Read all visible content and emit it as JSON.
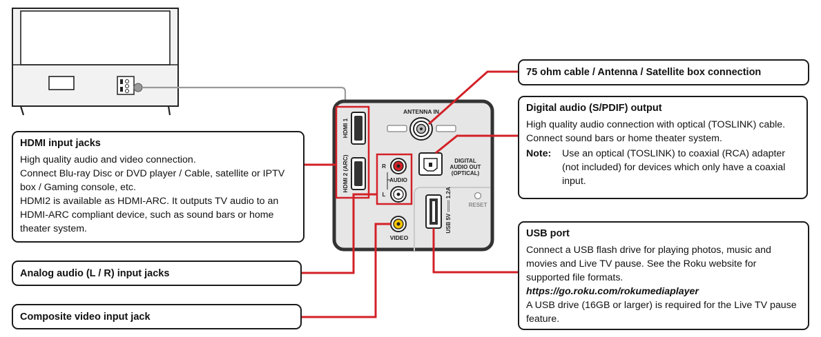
{
  "panel": {
    "antenna_label": "ANTENNA IN",
    "hdmi1_label": "HDMI 1",
    "hdmi2_label": "HDMI 2 (ARC)",
    "audio_r": "R",
    "audio_label": "AUDIO",
    "audio_l": "L",
    "digital_audio_label_1": "DIGITAL",
    "digital_audio_label_2": "AUDIO OUT",
    "digital_audio_label_3": "(OPTICAL)",
    "reset_label": "RESET",
    "usb_label": "USB 5V ═══ 1.2A",
    "video_label": "VIDEO"
  },
  "callouts": {
    "hdmi": {
      "title": "HDMI input jacks",
      "line1": "High quality audio and video connection.",
      "line2": "Connect Blu-ray Disc or DVD player / Cable, satellite or IPTV box / Gaming console, etc.",
      "line3": "HDMI2 is available as HDMI-ARC.  It outputs TV audio to an HDMI-ARC compliant device, such as sound bars or home theater system."
    },
    "analog_audio": {
      "title": "Analog audio (L / R) input jacks"
    },
    "composite": {
      "title": "Composite video input jack"
    },
    "antenna": {
      "title": "75 ohm cable / Antenna / Satellite box connection"
    },
    "digital_audio": {
      "title": "Digital audio (S/PDIF) output",
      "line1": "High quality audio connection with optical (TOSLINK) cable.",
      "line2": "Connect sound bars or home theater system.",
      "note_label": "Note:",
      "note_text": "Use an optical (TOSLINK) to coaxial (RCA) adapter (not included) for devices which only have a coaxial input."
    },
    "usb": {
      "title": "USB port",
      "line1": "Connect a USB flash drive for playing photos, music and movies and Live TV pause.  See the Roku website for supported file formats.",
      "url": "https://go.roku.com/rokumediaplayer",
      "line2": "A USB drive (16GB or larger) is required for the Live TV pause feature."
    }
  },
  "colors": {
    "callout_line": "#d32027",
    "connector_line": "#9a9a9a",
    "panel_fill": "#e6e6e6",
    "panel_border": "#333333"
  }
}
